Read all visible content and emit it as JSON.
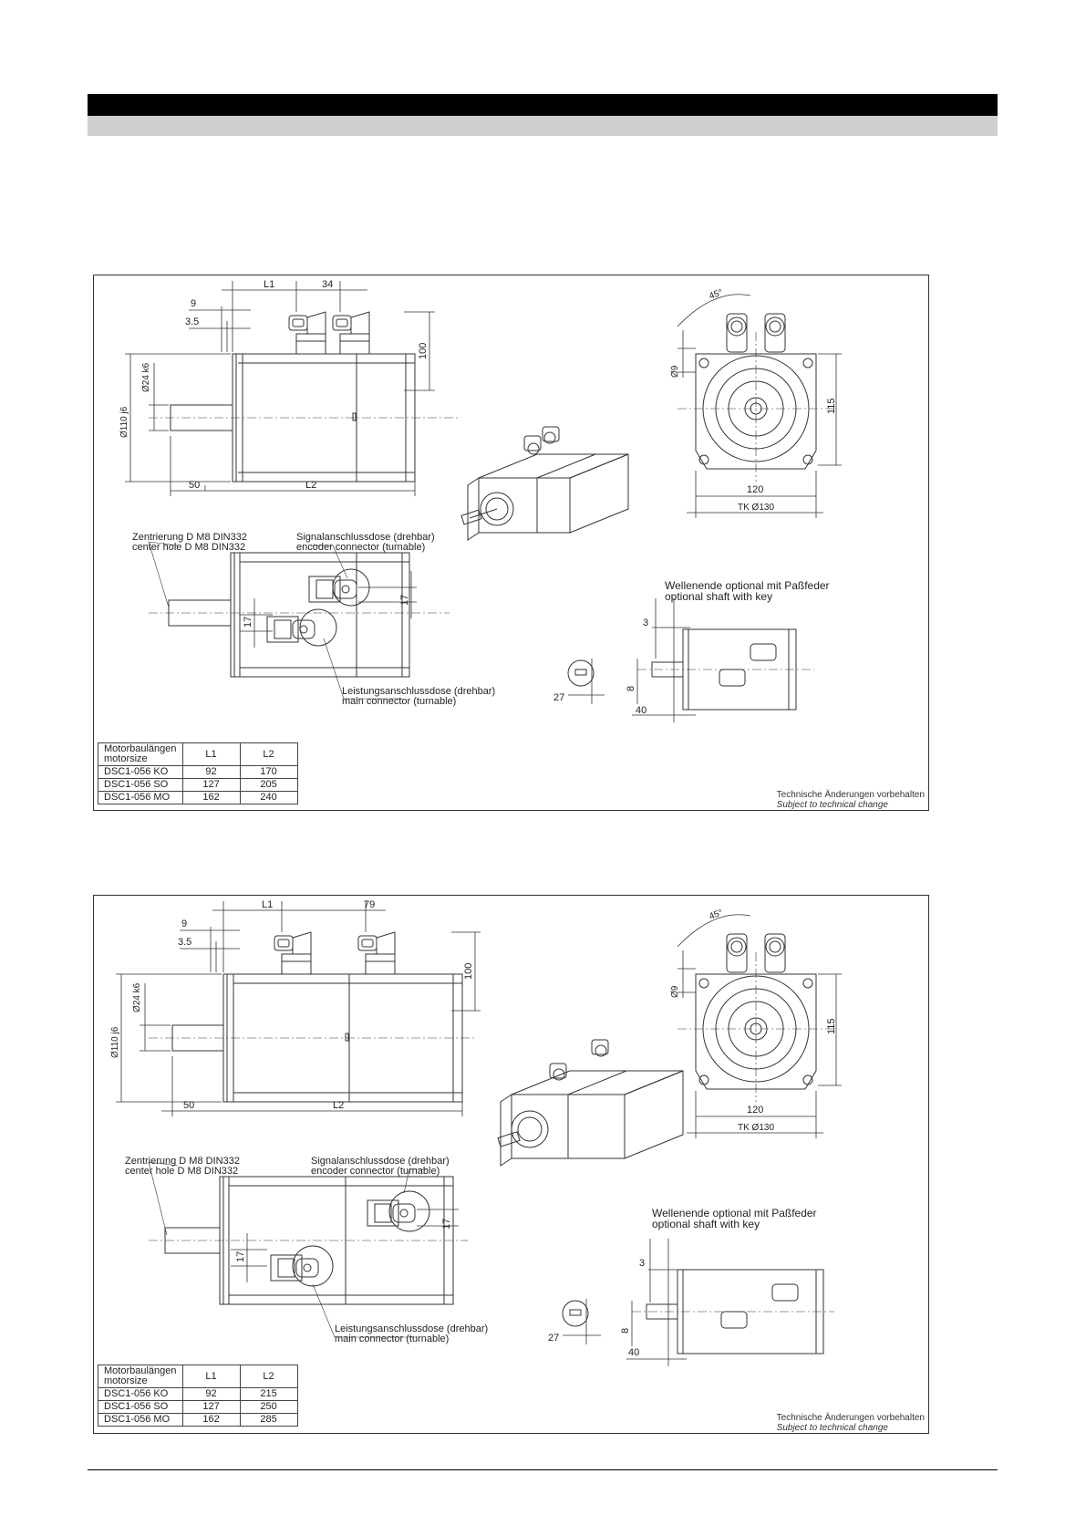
{
  "drawings": [
    {
      "dims": {
        "l1": "L1",
        "l2": "L2",
        "connector_spacing": "34",
        "d9": "9",
        "d35": "3.5",
        "h100": "100",
        "shaft_dia": "Ø24 k6",
        "flange_dia": "Ø110 j6",
        "shaft_len": "50",
        "angle": "45°",
        "hole": "Ø9",
        "h115": "115",
        "w120": "120",
        "bolt_circle": "TK Ø130",
        "c17a": "17",
        "c17b": "17",
        "key3": "3",
        "key8": "8",
        "key27": "27",
        "key40": "40"
      },
      "labels": {
        "center_de": "Zentrierung D M8 DIN332",
        "center_en": "center hole D M8 DIN332",
        "signal_de": "Signalanschlussdose (drehbar)",
        "signal_en": "encoder connector (turnable)",
        "power_de": "Leistungsanschlussdose (drehbar)",
        "power_en": "main connector (turnable)",
        "key_de": "Wellenende optional mit Paßfeder",
        "key_en": "optional shaft with key"
      },
      "table": {
        "header": [
          "Motorbaulängen",
          "motorsize"
        ],
        "col_l1": "L1",
        "col_l2": "L2",
        "rows": [
          {
            "name": "DSC1-056 KO",
            "l1": "92",
            "l2": "170"
          },
          {
            "name": "DSC1-056 SO",
            "l1": "127",
            "l2": "205"
          },
          {
            "name": "DSC1-056 MO",
            "l1": "162",
            "l2": "240"
          }
        ]
      },
      "footnote": {
        "de": "Technische Änderungen vorbehalten",
        "en": "Subject to technical change"
      }
    },
    {
      "dims": {
        "l1": "L1",
        "l2": "L2",
        "connector_spacing": "79",
        "d9": "9",
        "d35": "3.5",
        "h100": "100",
        "shaft_dia": "Ø24 k6",
        "flange_dia": "Ø110 j6",
        "shaft_len": "50",
        "angle": "45°",
        "hole": "Ø9",
        "h115": "115",
        "w120": "120",
        "bolt_circle": "TK Ø130",
        "c17a": "17",
        "c17b": "17",
        "key3": "3",
        "key8": "8",
        "key27": "27",
        "key40": "40"
      },
      "labels": {
        "center_de": "Zentrierung D M8 DIN332",
        "center_en": "center hole D M8 DIN332",
        "signal_de": "Signalanschlussdose (drehbar)",
        "signal_en": "encoder connector (turnable)",
        "power_de": "Leistungsanschlussdose (drehbar)",
        "power_en": "main connector (turnable)",
        "key_de": "Wellenende optional mit Paßfeder",
        "key_en": "optional shaft with key"
      },
      "table": {
        "header": [
          "Motorbaulängen",
          "motorsize"
        ],
        "col_l1": "L1",
        "col_l2": "L2",
        "rows": [
          {
            "name": "DSC1-056 KO",
            "l1": "92",
            "l2": "215"
          },
          {
            "name": "DSC1-056 SO",
            "l1": "127",
            "l2": "250"
          },
          {
            "name": "DSC1-056 MO",
            "l1": "162",
            "l2": "285"
          }
        ]
      },
      "footnote": {
        "de": "Technische Änderungen vorbehalten",
        "en": "Subject to technical change"
      }
    }
  ]
}
